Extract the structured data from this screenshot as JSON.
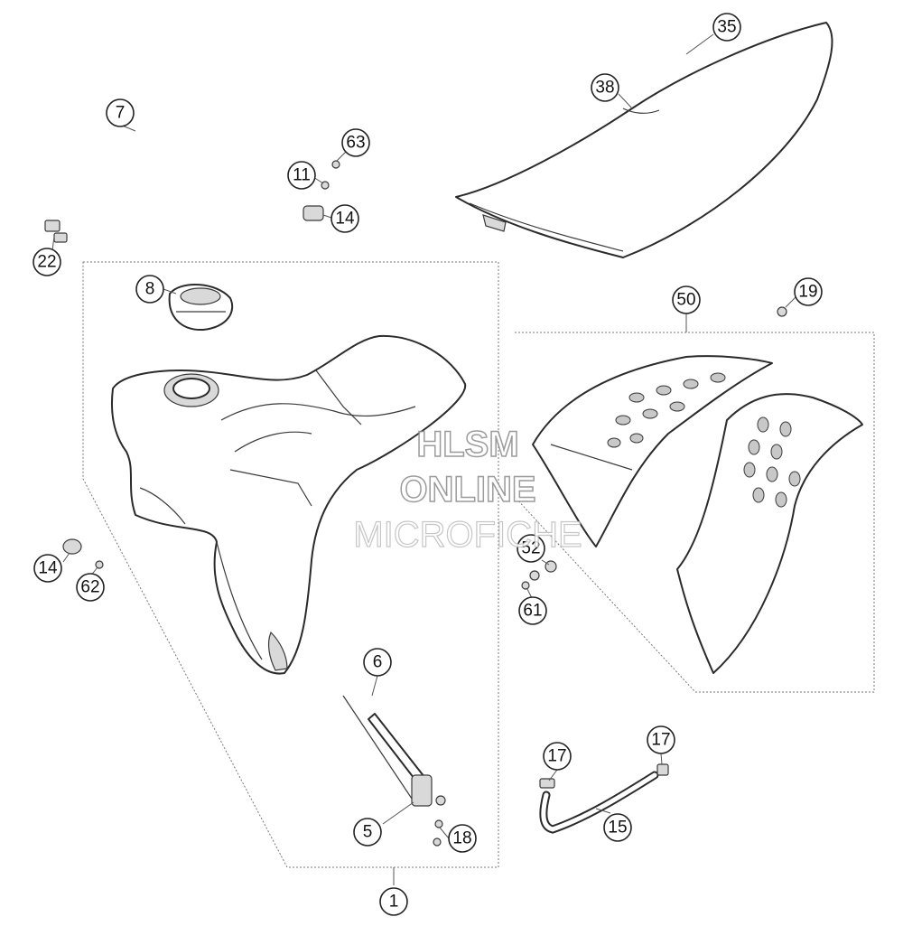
{
  "watermark": {
    "line1": "HLSM",
    "line2": "ONLINE",
    "line3": "MICROFICHE"
  },
  "callouts": [
    {
      "id": "c35",
      "label": "35"
    },
    {
      "id": "c38",
      "label": "38"
    },
    {
      "id": "c7",
      "label": "7"
    },
    {
      "id": "c63",
      "label": "63"
    },
    {
      "id": "c11",
      "label": "11"
    },
    {
      "id": "c14a",
      "label": "14"
    },
    {
      "id": "c22",
      "label": "22"
    },
    {
      "id": "c8",
      "label": "8"
    },
    {
      "id": "c50",
      "label": "50"
    },
    {
      "id": "c19",
      "label": "19"
    },
    {
      "id": "c52",
      "label": "52"
    },
    {
      "id": "c61",
      "label": "61"
    },
    {
      "id": "c14b",
      "label": "14"
    },
    {
      "id": "c62",
      "label": "62"
    },
    {
      "id": "c6",
      "label": "6"
    },
    {
      "id": "c5",
      "label": "5"
    },
    {
      "id": "c18",
      "label": "18"
    },
    {
      "id": "c17a",
      "label": "17"
    },
    {
      "id": "c17b",
      "label": "17"
    },
    {
      "id": "c15",
      "label": "15"
    },
    {
      "id": "c1",
      "label": "1"
    }
  ],
  "colors": {
    "line": "#2b2b2b",
    "shade": "#d9d9d9",
    "watermark_outline": "#8a8a8a"
  }
}
